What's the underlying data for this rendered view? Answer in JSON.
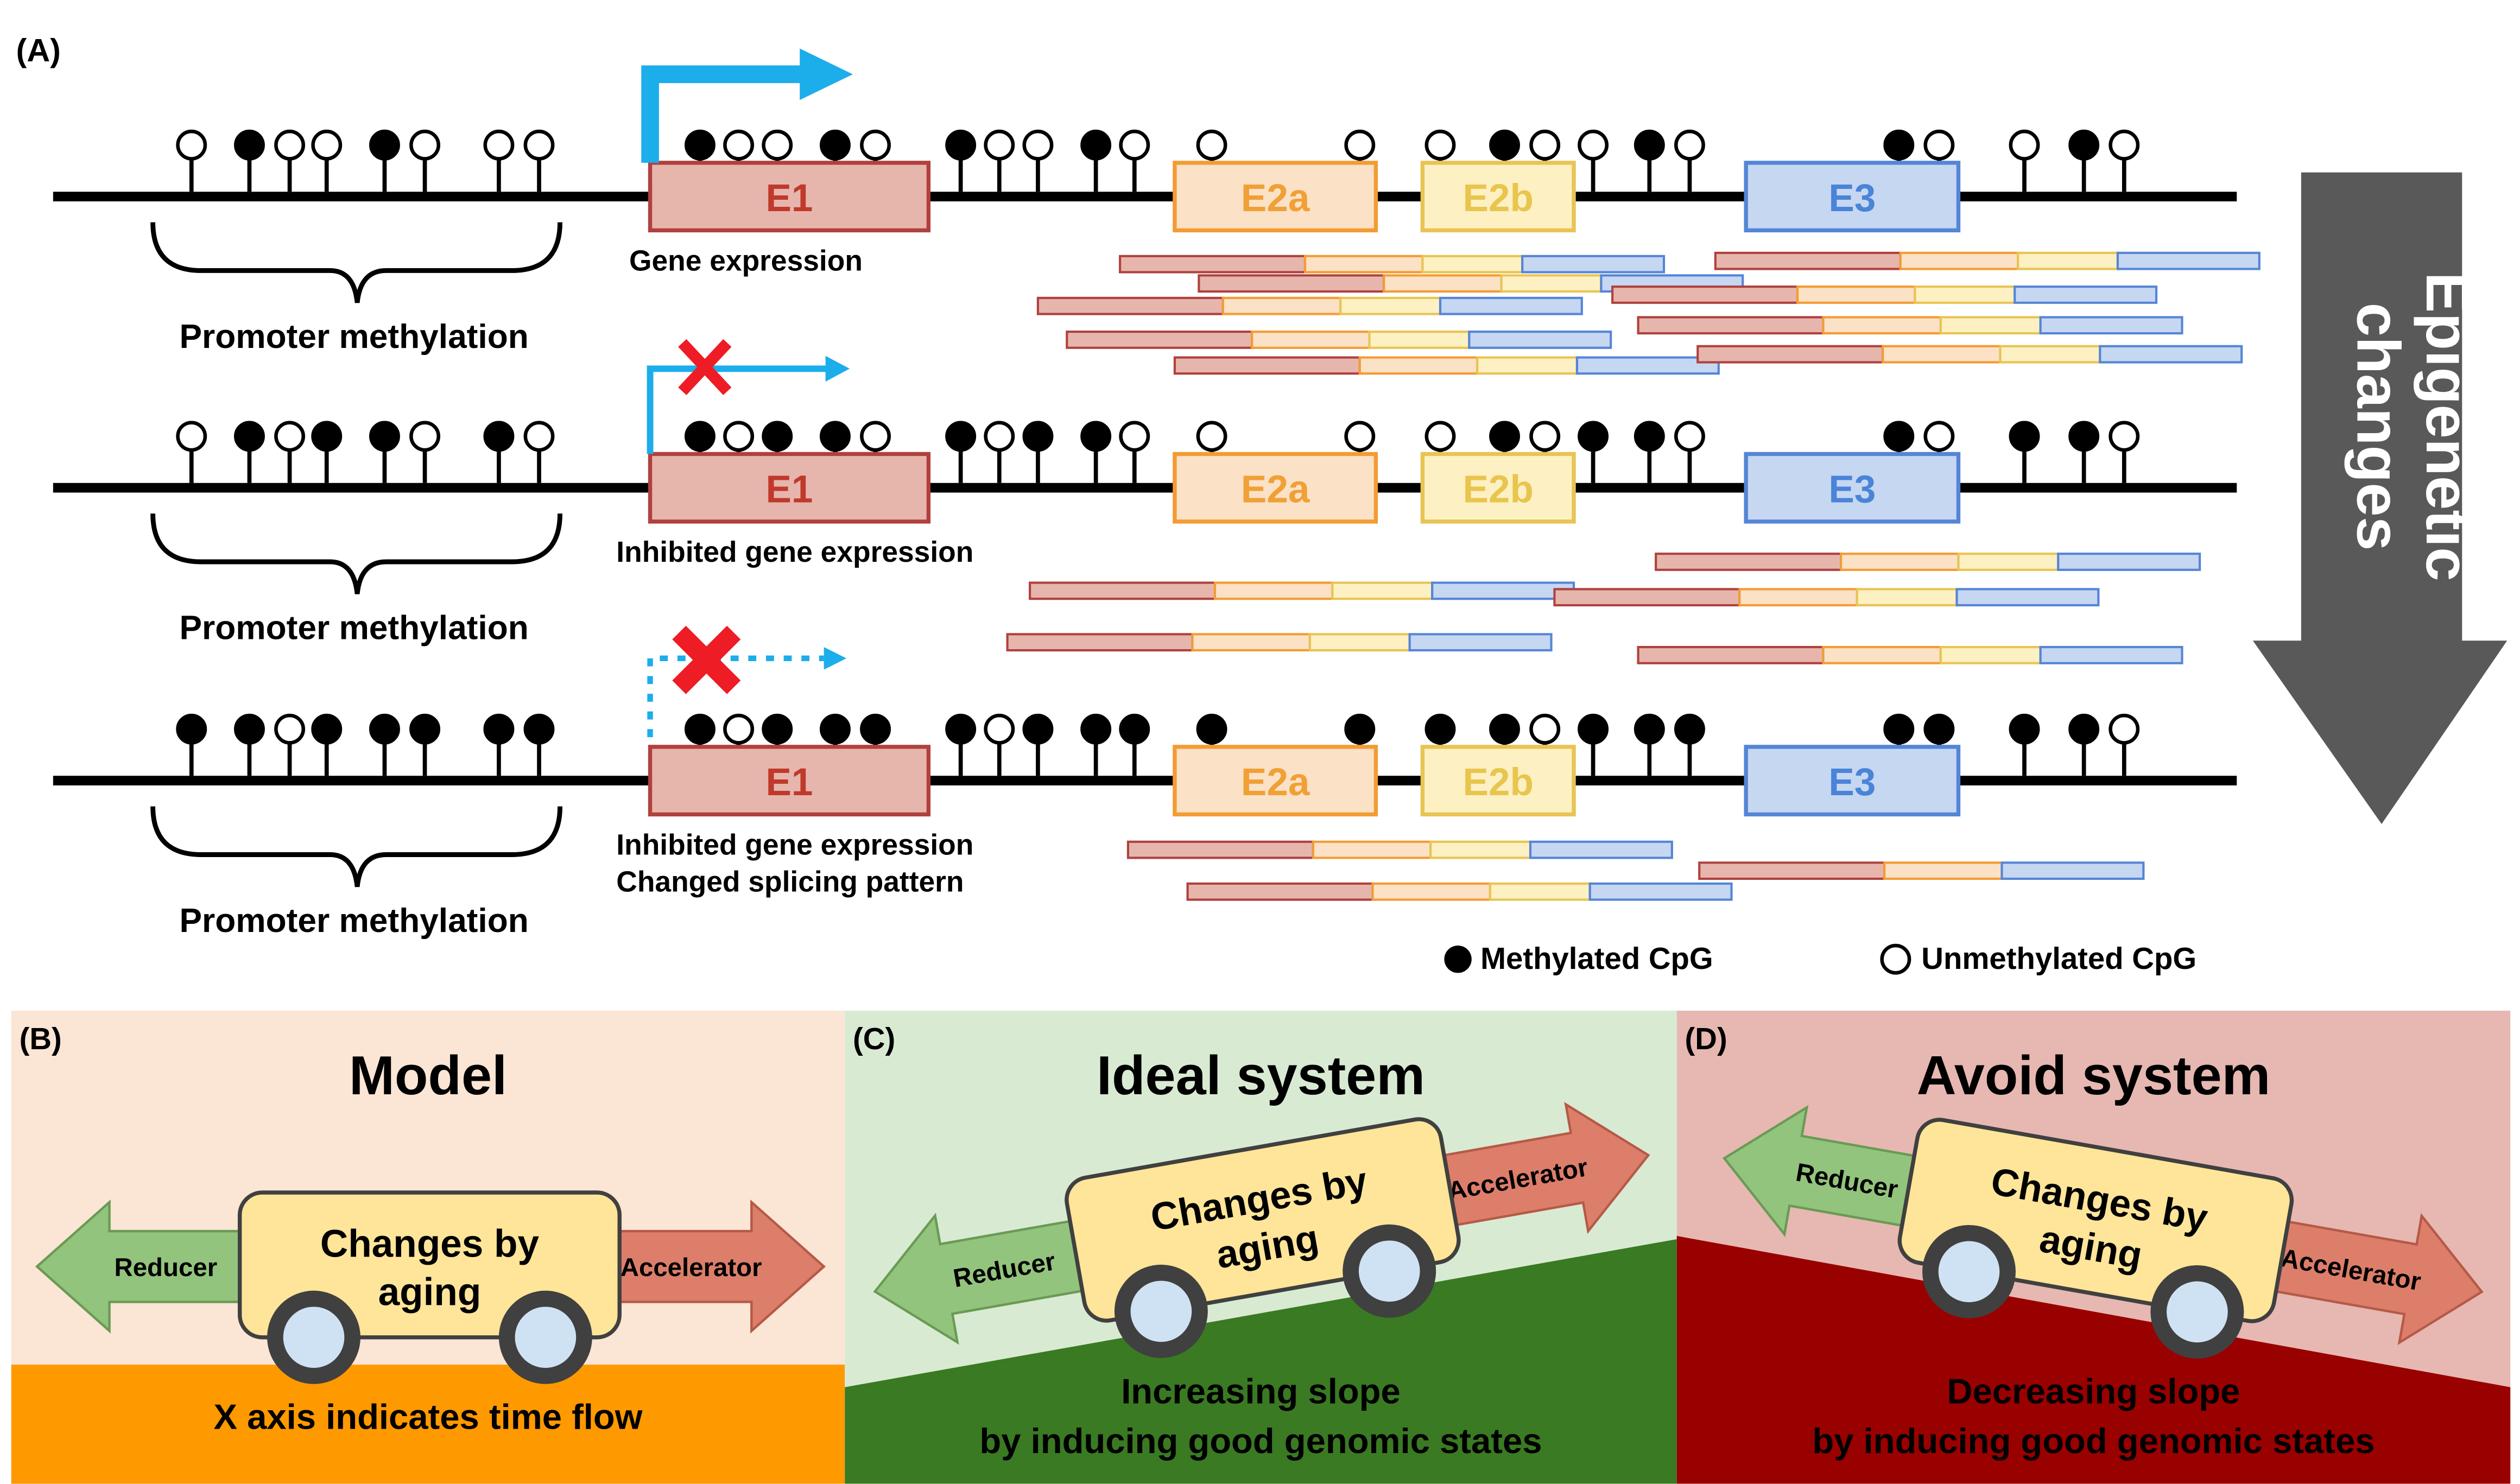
{
  "panel_a": {
    "label": "(A)",
    "exons": {
      "e1": "E1",
      "e2a": "E2a",
      "e2b": "E2b",
      "e3": "E3"
    },
    "rows": [
      {
        "promoter": "Promoter methylation",
        "caption": [
          "Gene expression"
        ],
        "transcription": "active",
        "promoter_cpg": [
          "u",
          "m",
          "u",
          "u",
          "m",
          "u",
          "u",
          "u"
        ],
        "gene_cpg": [
          "m",
          "u",
          "u",
          "m",
          "u",
          "m",
          "u",
          "u",
          "m",
          "u",
          "u",
          "u",
          "u",
          "m",
          "u",
          "u",
          "m",
          "u",
          "m",
          "u",
          "u",
          "m",
          "u"
        ]
      },
      {
        "promoter": "Promoter methylation",
        "caption": [
          "Inhibited gene expression"
        ],
        "transcription": "inhibited",
        "promoter_cpg": [
          "u",
          "m",
          "u",
          "m",
          "m",
          "u",
          "m",
          "u"
        ],
        "gene_cpg": [
          "m",
          "u",
          "m",
          "m",
          "u",
          "m",
          "u",
          "m",
          "m",
          "u",
          "u",
          "u",
          "u",
          "m",
          "u",
          "m",
          "m",
          "u",
          "m",
          "u",
          "m",
          "m",
          "u"
        ]
      },
      {
        "promoter": "Promoter methylation",
        "caption": [
          "Inhibited gene expression",
          "Changed splicing pattern"
        ],
        "transcription": "blocked",
        "promoter_cpg": [
          "m",
          "m",
          "u",
          "m",
          "m",
          "m",
          "m",
          "m"
        ],
        "gene_cpg": [
          "m",
          "u",
          "m",
          "m",
          "m",
          "m",
          "u",
          "m",
          "m",
          "m",
          "m",
          "m",
          "m",
          "m",
          "u",
          "m",
          "m",
          "m",
          "m",
          "m",
          "m",
          "m",
          "u"
        ]
      }
    ],
    "legend": {
      "methylated": "Methylated CpG",
      "unmethylated": "Unmethylated CpG"
    },
    "side_arrow": [
      "Epigenetic",
      "changes"
    ],
    "colors": {
      "e1": "#e6b6ad",
      "e1_border": "#b0413e",
      "e2a": "#fbe1c6",
      "e2a_border": "#f39c33",
      "e2b": "#fdf0c3",
      "e2b_border": "#e8c454",
      "e3": "#c6d7f2",
      "e3_border": "#5585d6",
      "arrow_blue": "#1cadeb",
      "cross_red": "#ee1c25",
      "side_arrow": "#595959"
    }
  },
  "panels": [
    {
      "id": "B",
      "label": "(B)",
      "title": "Model",
      "car": "Changes by aging",
      "reducer": "Reducer",
      "accelerator": "Accelerator",
      "ground_text": [
        "X axis indicates time flow"
      ],
      "colors": {
        "bg": "#fbe5d4",
        "ground": "#ff9900",
        "ground_text": "#000000"
      }
    },
    {
      "id": "C",
      "label": "(C)",
      "title": "Ideal system",
      "car": "Changes by aging",
      "reducer": "Reducer",
      "accelerator": "Accelerator",
      "ground_text": [
        "Increasing slope",
        "by inducing good genomic states"
      ],
      "colors": {
        "bg": "#d9ead3",
        "ground": "#3a7a22",
        "ground_text": "#000000"
      }
    },
    {
      "id": "D",
      "label": "(D)",
      "title": "Avoid system",
      "car": "Changes by aging",
      "reducer": "Reducer",
      "accelerator": "Accelerator",
      "ground_text": [
        "Decreasing slope",
        "by inducing good genomic states"
      ],
      "colors": {
        "bg": "#e6b8b1",
        "ground": "#990000",
        "ground_text": "#000000"
      }
    }
  ],
  "shared_colors": {
    "car": "#ffe599",
    "car_border": "#404040",
    "wheel": "#404040",
    "hub": "#cfe2f3",
    "reducer": "#93c47d",
    "accelerator": "#dd7e6b"
  }
}
